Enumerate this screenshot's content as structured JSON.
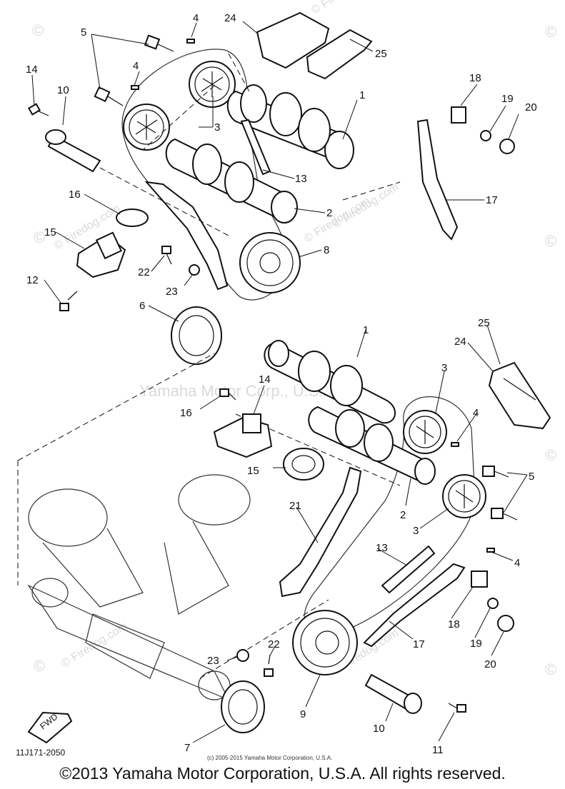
{
  "watermarks": {
    "site": "© Firedog.com",
    "corner": "©",
    "center": "Yamaha Motor Corp., U.S.A."
  },
  "diagram": {
    "code": "11J171-2050",
    "fwd_label": "FWD",
    "small_copyright": "(c) 2005-2015 Yamaha Motor Corporation, U.S.A.",
    "upper_callouts": [
      "1",
      "2",
      "3",
      "4",
      "4",
      "5",
      "6",
      "8",
      "10",
      "12",
      "13",
      "14",
      "15",
      "16",
      "17",
      "18",
      "19",
      "20",
      "22",
      "23",
      "24",
      "25"
    ],
    "lower_callouts": [
      "1",
      "2",
      "3",
      "3",
      "4",
      "4",
      "5",
      "7",
      "9",
      "10",
      "11",
      "13",
      "14",
      "15",
      "16",
      "17",
      "18",
      "19",
      "20",
      "21",
      "22",
      "23",
      "24",
      "25"
    ]
  },
  "footer": {
    "copyright": "©2013 Yamaha Motor Corporation, U.S.A. All rights reserved."
  }
}
